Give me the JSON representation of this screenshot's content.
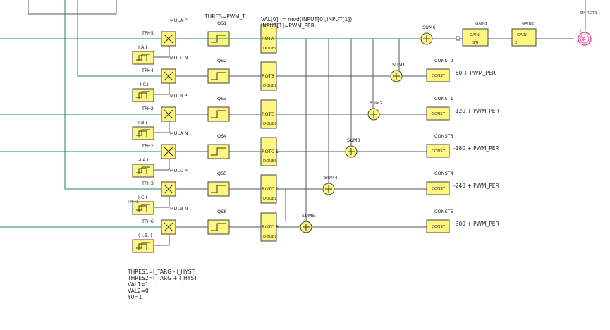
{
  "blocks": {
    "mul": [
      "MULA P",
      "MULC N",
      "MULB P",
      "MULA N",
      "MULC P",
      "MULB N"
    ],
    "tph": [
      "TPH5",
      "TPH4",
      "TPH2",
      "TPH2",
      "TPH3",
      "TPH6"
    ],
    "tph_top": "TPH1",
    "currents": [
      "I.A.I",
      "-I.C.I",
      "I.B.I",
      "-I.A.I",
      "I.C.I",
      "(-I.B.I)"
    ],
    "qs": [
      "QS1",
      "QS2",
      "QS3",
      "QS4",
      "QS5",
      "QS6"
    ],
    "qs_param": "THRES=PWM_T",
    "rot": [
      "ROTA",
      "ROTB",
      "ROTC",
      "ROTC 1",
      "ROTC 2",
      "ROTC 3"
    ],
    "rot_sub": "DOUBL",
    "rot_formula": [
      "VAL[0] := mod(INPUT[0],INPUT[1])",
      "INPUT[1]=PWM_PER"
    ],
    "sums": [
      "SUM6",
      "SUM1",
      "SUM2",
      "SUM3",
      "SUM4",
      "SUM5"
    ],
    "consts": [
      "CONST2",
      "CONST1",
      "CONST3",
      "CONST4",
      "CONST5"
    ],
    "const_label": "CONST",
    "const_vals": [
      "-60 + PWM_PER",
      "-120 + PWM_PER",
      "-180 + PWM_PER",
      "-240 + PWM_PER",
      "-300 + PWM_PER"
    ],
    "gain1_title": "GAIN1",
    "gain1_label": "GAIN",
    "gain1_sub": "STI",
    "gain2_title": "GAIN2",
    "gain2_label": "GAIN",
    "gain2_sub": "2",
    "sm_label": "SM ROT1",
    "sm_symbol": "Φ",
    "sm_plus": "+"
  },
  "params": [
    "THRES1=I_TARG - I_HYST",
    "THRES2=I_TARG + I_HYST",
    "VAL1=1",
    "VAL2=0",
    "Y0=1"
  ],
  "colors": {
    "block_fill": "#fff680",
    "wire_green": "#1a8a5c",
    "wire_dark": "#555555",
    "sm_pink": "#d63384"
  }
}
